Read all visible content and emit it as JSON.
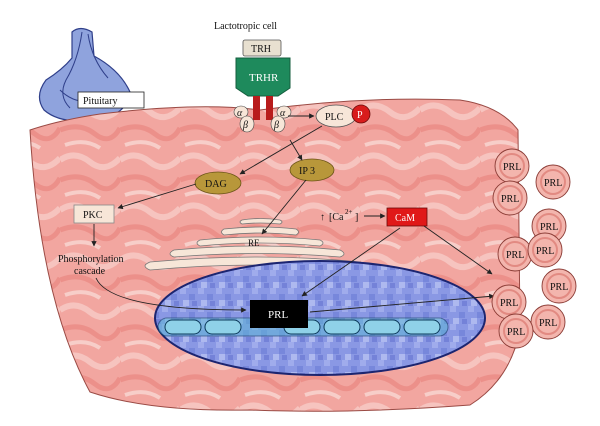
{
  "title": "Lactotropic cell",
  "pituitary": {
    "label": "Pituitary"
  },
  "receptor": {
    "ligand": "TRH",
    "name": "TRHR",
    "alpha": "α",
    "beta": "β"
  },
  "plc": {
    "label": "PLC",
    "phospho": "P"
  },
  "dag": {
    "label": "DAG"
  },
  "ip3": {
    "label": "IP 3"
  },
  "pkc": {
    "label": "PKC"
  },
  "phosphorylation": {
    "line1": "Phosphorylation",
    "line2": "cascade"
  },
  "er": {
    "label": "RE"
  },
  "calcium": {
    "arrow": "↑",
    "text": "[Ca",
    "sup": "2+",
    "close": "]"
  },
  "cam": {
    "label": "CaM"
  },
  "nucleus_gene": {
    "label": "PRL"
  },
  "prl_vesicles": {
    "label": "PRL",
    "count": 10
  },
  "colors": {
    "cytoplasm": "#f2a6a0",
    "nucleus": "#7f8fe0",
    "receptor_green": "#1e8a5c",
    "alpha_red": "#b81c1c",
    "cam_red": "#e01818",
    "dag_gold": "#b8973a",
    "vesicle": "#f3b5ad",
    "pituitary_blue": "#8fa3dd"
  }
}
